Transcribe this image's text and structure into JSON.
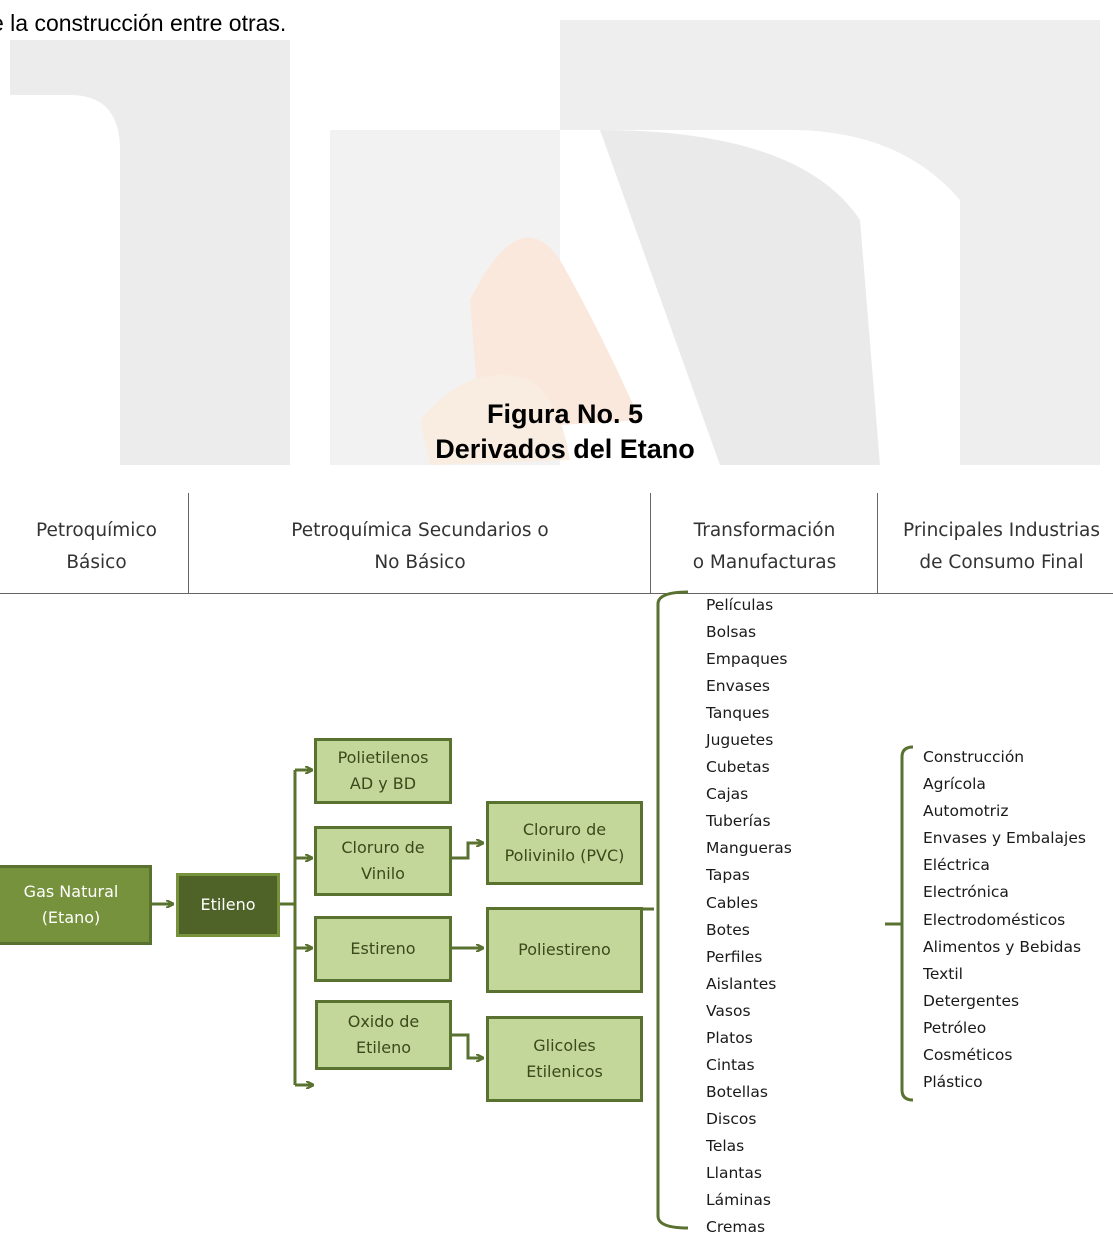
{
  "intro_text": "e la construcción entre otras.",
  "figure": {
    "number": "Figura No. 5",
    "title": "Derivados del Etano"
  },
  "columns": [
    "Petroquímico\nBásico",
    "Petroquímica Secundarios o\nNo Básico",
    "Transformación\no Manufacturas",
    "Principales Industrias\nde Consumo Final"
  ],
  "boxes": {
    "gas_natural": "Gas Natural\n(Etano)",
    "etileno": "Etileno",
    "polietilenos": "Polietilenos\nAD y BD",
    "cloruro_vinilo": "Cloruro de\nVinilo",
    "estireno": "Estireno",
    "oxido_etileno": "Oxido de\nEtileno",
    "pvc": "Cloruro de\nPolivinilo (PVC)",
    "poliestireno": "Poliestireno",
    "glicoles": "Glicoles\nEtilenicos"
  },
  "manufacturas": [
    "Películas",
    "Bolsas",
    "Empaques",
    "Envases",
    "Tanques",
    "Juguetes",
    "Cubetas",
    "Cajas",
    "Tuberías",
    "Mangueras",
    "Tapas",
    "Cables",
    "Botes",
    "Perfiles",
    "Aislantes",
    "Vasos",
    "Platos",
    "Cintas",
    "Botellas",
    "Discos",
    "Telas",
    "Llantas",
    "Láminas",
    "Cremas"
  ],
  "industrias": [
    "Construcción",
    "Agrícola",
    "Automotriz",
    "Envases y Embalajes",
    "Eléctrica",
    "Electrónica",
    "Electrodomésticos",
    "Alimentos y Bebidas",
    "Textil",
    "Detergentes",
    "Petróleo",
    "Cosméticos",
    "Plástico"
  ],
  "colors": {
    "box_light": "#c4d79b",
    "box_medium": "#76923c",
    "box_dark": "#4f6228",
    "border": "#5a7230",
    "connector": "#5a7230"
  }
}
